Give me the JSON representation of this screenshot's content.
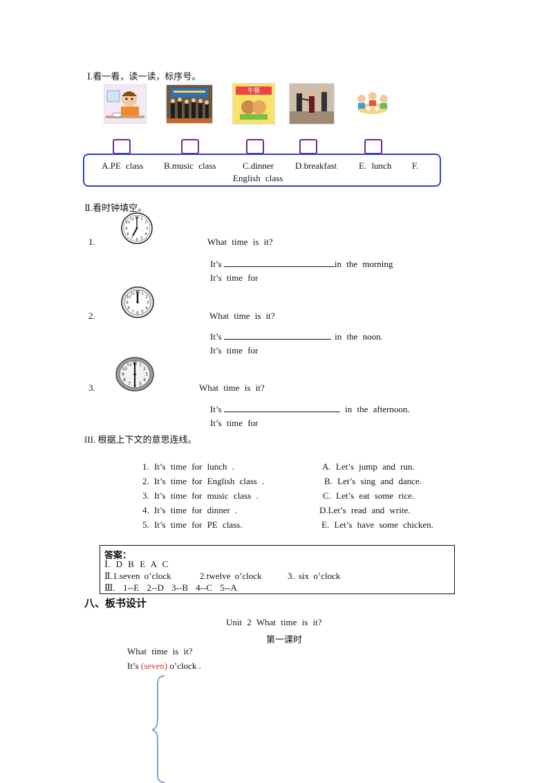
{
  "section1": {
    "heading": "Ⅰ.看一看，读一读，标序号。",
    "options_line1": "A.PE class B.music class C.dinner D.breakfast E. lunch F.",
    "opt_a": "A.PE class",
    "opt_b": "B.music class",
    "opt_c": "C.dinner",
    "opt_d": "D.breakfast",
    "opt_e": "E. lunch",
    "opt_f": "F.",
    "options_line2": "English class"
  },
  "section2": {
    "heading": "Ⅱ.看时钟填空。",
    "items": [
      {
        "num": "1.",
        "question": "What time is it?",
        "its": "It’s",
        "tail": "in the morning",
        "time_for": "It’s time for"
      },
      {
        "num": "2.",
        "question": "What time is it?",
        "its": "It’s",
        "tail": "in the noon.",
        "time_for": "It’s time for"
      },
      {
        "num": "3.",
        "question": "What time is it?",
        "its": "It’s",
        "tail": "in the afternoon.",
        "time_for": "It’s time for"
      }
    ]
  },
  "section3": {
    "heading": "III. 根据上下文的意思连线。",
    "left": [
      "1. It’s time for lunch .",
      "2. It’s time for English class .",
      "3. It’s time for music class .",
      "4. It’s time for dinner .",
      "5. It’s time for PE class."
    ],
    "right": [
      "A. Let’s jump and run.",
      "B. Let’s sing and dance.",
      "C. Let’s eat some rice.",
      "D.Let’s read and write.",
      "E. Let’s have some chicken."
    ]
  },
  "answers": {
    "label": "答案：",
    "line1": "Ⅰ. D B E A C",
    "line2a": "Ⅱ.1.seven o’clock",
    "line2b": "2.twelve o’clock",
    "line2c": "3. six o’clock",
    "line3": "Ⅲ. 1--E 2--D 3--B 4--C 5--A"
  },
  "board": {
    "heading": "八、板书设计",
    "title": "Unit 2 What time is it?",
    "subtitle": "第一课时",
    "q": "What time is it?",
    "a_prefix": "It’s",
    "a_word": "(seven)",
    "a_suffix": "o’clock ."
  },
  "colors": {
    "frame": "#2b3fd1",
    "box": "#6b2a8a",
    "highlight": "#d0332b",
    "brace": "#7ea6cf"
  }
}
